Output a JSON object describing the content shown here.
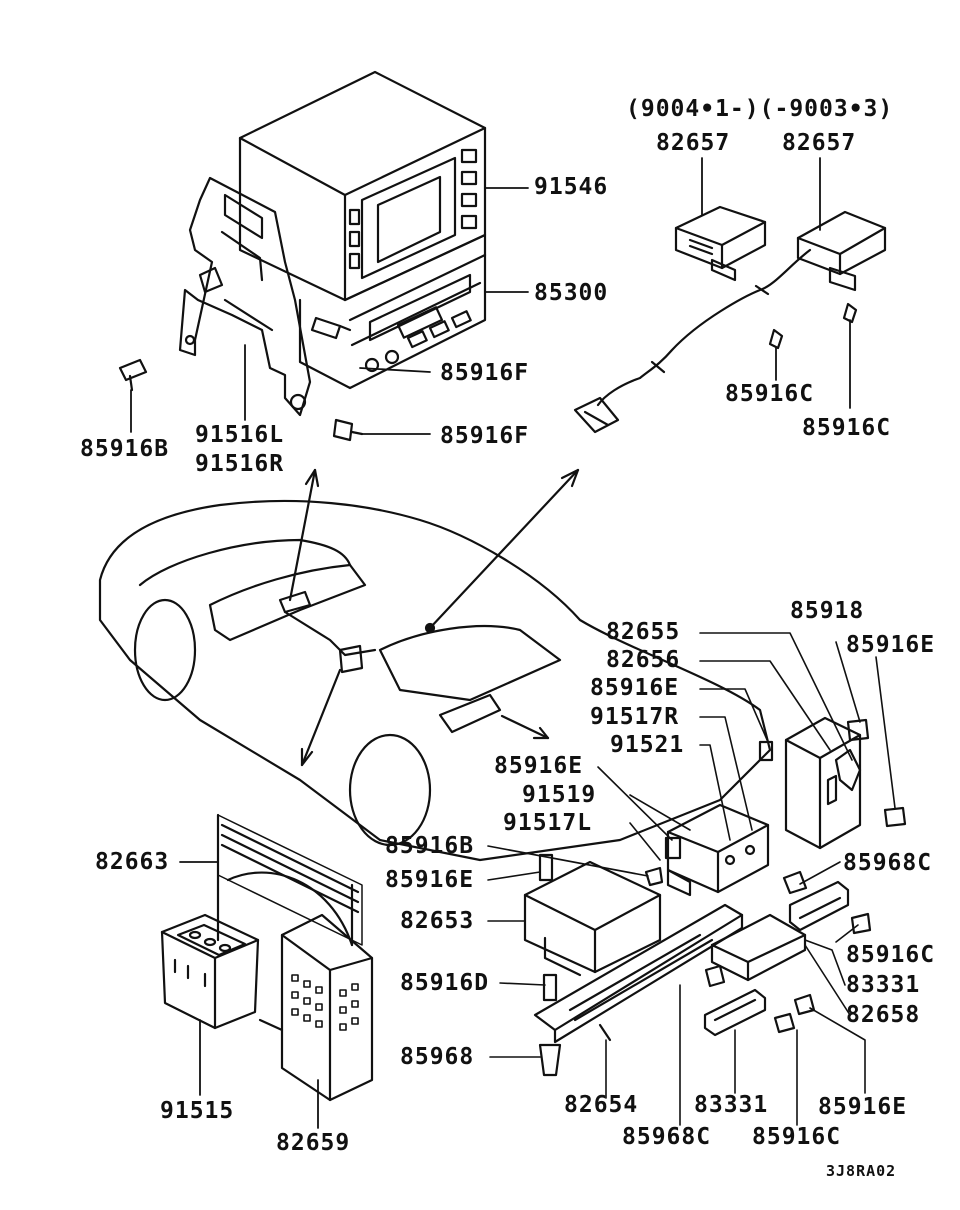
{
  "labels": {
    "p91546": "91546",
    "p85300": "85300",
    "p85916F_a": "85916F",
    "p85916F_b": "85916F",
    "p85916B_a": "85916B",
    "p91516L": "91516L",
    "p91516R": "91516R",
    "applicability": "(9004•1-)(-9003•3)",
    "p82657_a": "82657",
    "p82657_b": "82657",
    "p85916C_a": "85916C",
    "p85916C_b": "85916C",
    "p85918": "85918",
    "p82655": "82655",
    "p85916E_a": "85916E",
    "p82656": "82656",
    "p85916E_b": "85916E",
    "p91517R": "91517R",
    "p91521": "91521",
    "p85916E_c": "85916E",
    "p91519": "91519",
    "p91517L": "91517L",
    "p85916B_b": "85916B",
    "p85968C_a": "85968C",
    "p85916E_d": "85916E",
    "p82653": "82653",
    "p82663": "82663",
    "p85916C_c": "85916C",
    "p83331_a": "83331",
    "p85916D": "85916D",
    "p82658": "82658",
    "p85968": "85968",
    "p91515": "91515",
    "p82659": "82659",
    "p82654": "82654",
    "p83331_b": "83331",
    "p85968C_b": "85968C",
    "p85916C_d": "85916C",
    "p85916E_e": "85916E",
    "diagram_code": "3J8RA02"
  }
}
